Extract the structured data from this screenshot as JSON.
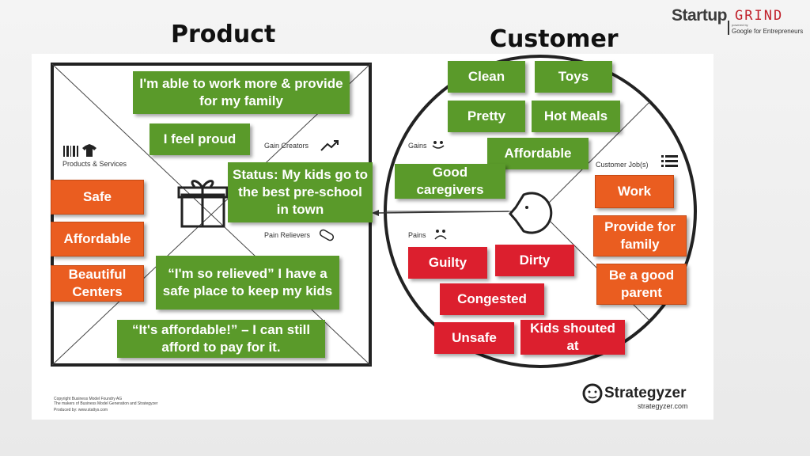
{
  "headers": {
    "product": "Product",
    "customer": "Customer"
  },
  "logo": {
    "startup": "Startup",
    "grind": "GRIND",
    "powered_by": "powered by",
    "google": "Google for Entrepreneurs"
  },
  "labels": {
    "products_services": "Products & Services",
    "gain_creators": "Gain Creators",
    "pain_relievers": "Pain Relievers",
    "gains": "Gains",
    "pains": "Pains",
    "customer_jobs": "Customer Job(s)"
  },
  "footer": {
    "copyright": "Copyright Business Model Foundry AG",
    "makers": "The makers of Business Model Generation and Strategyzer",
    "produced": "Produced by: www.stattys.com",
    "strategyzer": "Strategyzer",
    "strategyzer_url": "strategyzer.com"
  },
  "gain_creators": [
    "I'm able to work more & provide for my family",
    "I feel proud",
    "Status: My kids go to the best pre-school in town"
  ],
  "pain_relievers": [
    "“I'm so relieved” I have a safe place to keep my kids",
    "“It's affordable!” – I can still afford to pay for it."
  ],
  "products_services": [
    "Safe",
    "Affordable",
    "Beautiful Centers"
  ],
  "gains": [
    "Clean",
    "Toys",
    "Pretty",
    "Hot Meals",
    "Affordable",
    "Good caregivers"
  ],
  "customer_jobs": [
    "Work",
    "Provide for family",
    "Be a good parent"
  ],
  "pains": [
    "Guilty",
    "Dirty",
    "Congested",
    "Unsafe",
    "Kids shouted at"
  ],
  "colors": {
    "gain": "#5a9a2a",
    "product": "#ea5d20",
    "pain": "#dc1f2e"
  }
}
